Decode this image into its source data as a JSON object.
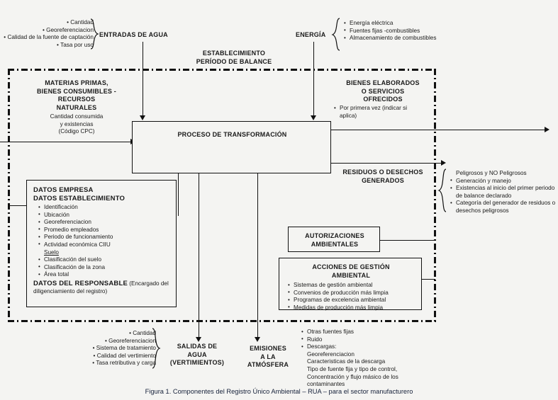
{
  "figure": {
    "caption": "Figura 1. Componentes del Registro Único Ambiental – RUA – para el sector manufacturero"
  },
  "boundary": {
    "label_line1": "ESTABLECIMIENTO",
    "label_line2": "PERÍODO DE BALANCE"
  },
  "inputs": {
    "water": {
      "title": "ENTRADAS DE AGUA",
      "items": [
        "Cantidad",
        "Georeferenciacion",
        "Calidad de la fuente de captación",
        "Tasa por uso"
      ]
    },
    "energy": {
      "title": "ENERGÍA",
      "items": [
        "Energía eléctrica",
        "Fuentes fijas -combustibles",
        "Almacenamiento de combustibles"
      ]
    },
    "materials": {
      "title_line1": "MATERIAS PRIMAS,",
      "title_line2": "BIENES CONSUMIBLES -",
      "title_line3": "RECURSOS",
      "title_line4": "NATURALES",
      "sub_line1": "Cantidad consumida",
      "sub_line2": "y existencias",
      "sub_line3": "(Código CPC)"
    }
  },
  "process": {
    "title": "PROCESO DE TRANSFORMACIÓN"
  },
  "outputs": {
    "goods": {
      "title_line1": "BIENES ELABORADOS",
      "title_line2": "O SERVICIOS",
      "title_line3": "OFRECIDOS",
      "items": [
        "Por primera vez (indicar si aplica)"
      ]
    },
    "waste": {
      "title_line1": "RESIDUOS O DESECHOS",
      "title_line2": "GENERADOS",
      "lead": "Peligrosos y NO Peligrosos",
      "items": [
        "Generación y manejo",
        "Existencias al inicio del primer periodo de balance declarado",
        "Categoría del generador de residuos o desechos peligrosos"
      ]
    },
    "water_out": {
      "title_line1": "SALIDAS DE",
      "title_line2": "AGUA",
      "title_line3": "(VERTIMIENTOS)",
      "items": [
        "Cantidad",
        "Georeferenciacion",
        "Sistema de tratamiento",
        "Calidad del vertimiento",
        "Tasa retributiva y carga"
      ]
    },
    "air": {
      "title_line1": "EMISIONES",
      "title_line2": "A LA",
      "title_line3": "ATMÓSFERA",
      "items": [
        "Otras fuentes fijas",
        "Ruido",
        "Descargas:"
      ],
      "sub_items": [
        "Georeferenciacion",
        "Caracteristicas de la descarga",
        "Tipo de fuente fija y tipo de control,",
        "Concentración y flujo másico de los",
        "contaminantes"
      ]
    }
  },
  "panels": {
    "company": {
      "title_line1": "DATOS EMPRESA",
      "title_line2": "DATOS ESTABLECIMIENTO",
      "items": [
        "Identificación",
        "Ubicación",
        "Georeferenciacion",
        "Promedio empleados",
        "Periodo de funcionamiento",
        "Actividad económica CIIU"
      ],
      "section_label": "Suelo",
      "items2": [
        "Clasificación del suelo",
        "Clasificación de la zona",
        "Área total"
      ],
      "footer_bold": "DATOS DEL RESPONSABLE",
      "footer_rest": " (Encargado del diligenciamiento del registro)"
    },
    "authorizations": {
      "title_line1": "AUTORIZACIONES",
      "title_line2": "AMBIENTALES"
    },
    "actions": {
      "title_line1": "ACCIONES DE GESTIÓN",
      "title_line2": "AMBIENTAL",
      "items": [
        "Sistemas de gestión ambiental",
        "Convenios de producción más limpia",
        "Programas de excelencia ambiental",
        "Medidas de producción  más limpia"
      ]
    }
  },
  "colors": {
    "ink": "#111111",
    "background": "#f4f4f2",
    "caption": "#16213a"
  }
}
